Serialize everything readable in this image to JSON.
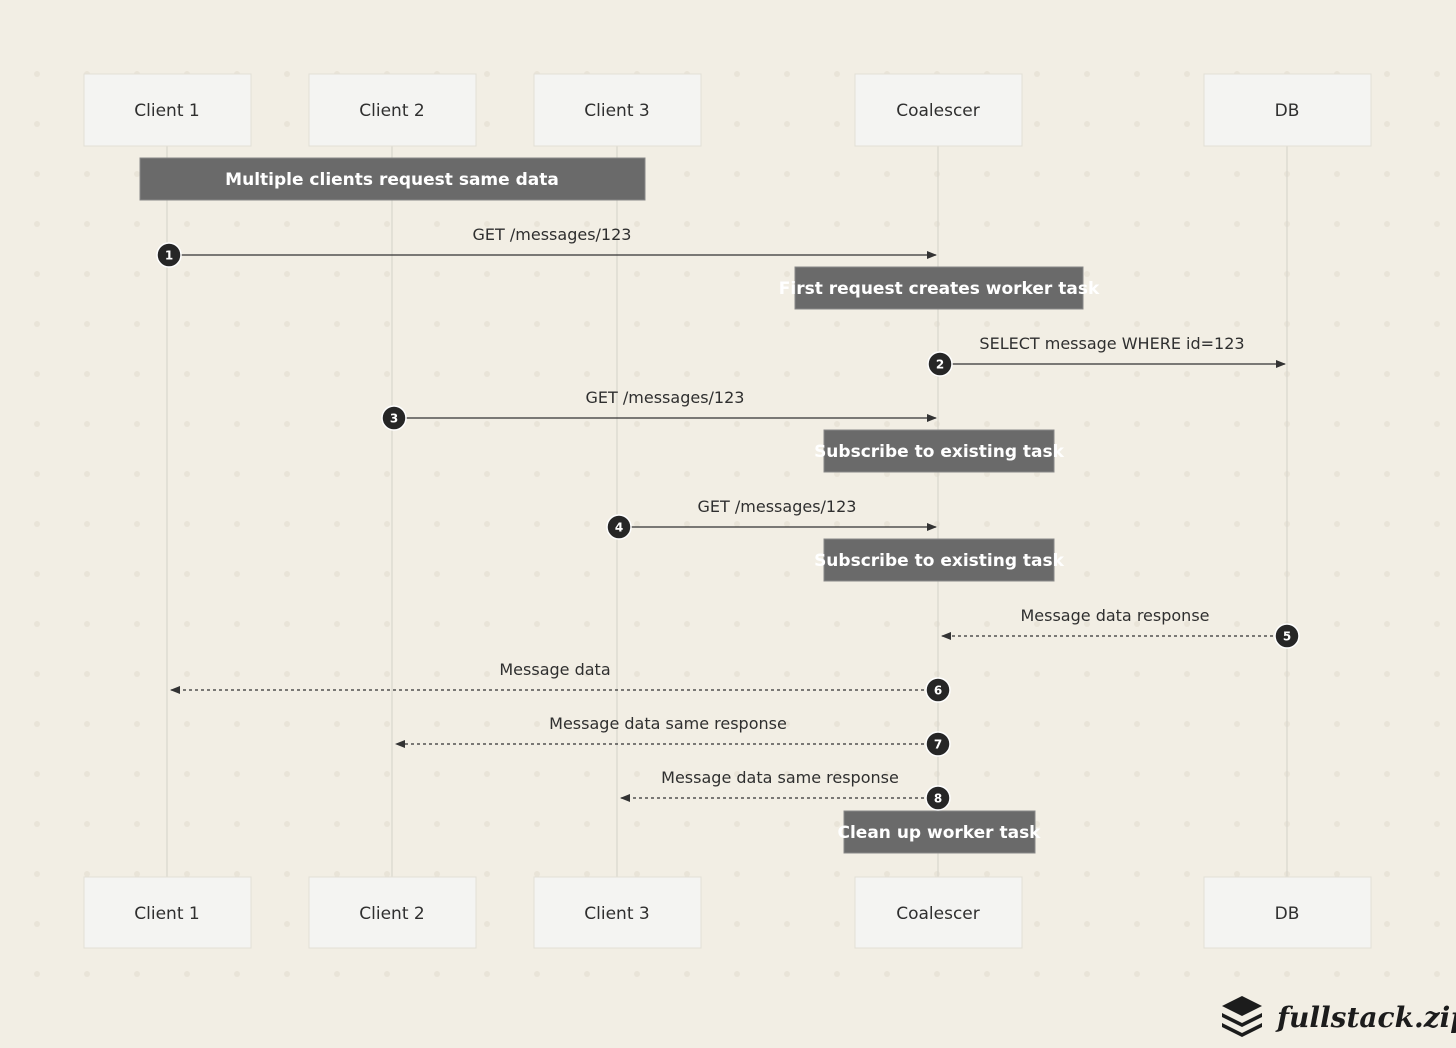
{
  "participants": [
    {
      "id": "client1",
      "label": "Client 1"
    },
    {
      "id": "client2",
      "label": "Client 2"
    },
    {
      "id": "client3",
      "label": "Client 3"
    },
    {
      "id": "coalescer",
      "label": "Coalescer"
    },
    {
      "id": "db",
      "label": "DB"
    }
  ],
  "notes": [
    {
      "id": "note1",
      "text": "Multiple clients request same data"
    },
    {
      "id": "note2",
      "text": "First request creates worker task"
    },
    {
      "id": "note3",
      "text": "Subscribe to existing task"
    },
    {
      "id": "note4",
      "text": "Subscribe to existing task"
    },
    {
      "id": "note5",
      "text": "Clean up worker task"
    }
  ],
  "messages": [
    {
      "number": "1",
      "from": "client1",
      "to": "coalescer",
      "label": "GET /messages/123",
      "style": "solid"
    },
    {
      "number": "2",
      "from": "coalescer",
      "to": "db",
      "label": "SELECT message WHERE id=123",
      "style": "solid"
    },
    {
      "number": "3",
      "from": "client2",
      "to": "coalescer",
      "label": "GET /messages/123",
      "style": "solid"
    },
    {
      "number": "4",
      "from": "client3",
      "to": "coalescer",
      "label": "GET /messages/123",
      "style": "solid"
    },
    {
      "number": "5",
      "from": "db",
      "to": "coalescer",
      "label": "Message data response",
      "style": "dashed"
    },
    {
      "number": "6",
      "from": "coalescer",
      "to": "client1",
      "label": "Message data",
      "style": "dashed"
    },
    {
      "number": "7",
      "from": "coalescer",
      "to": "client2",
      "label": "Message data same response",
      "style": "dashed"
    },
    {
      "number": "8",
      "from": "coalescer",
      "to": "client3",
      "label": "Message data same response",
      "style": "dashed"
    }
  ],
  "brand": {
    "name": "fullstack.zip",
    "icon": "layers-icon"
  },
  "colors": {
    "background": "#f2eee4",
    "note": "#6a6a6a",
    "badge": "#262626",
    "participant_box": "#f4f4f2"
  }
}
